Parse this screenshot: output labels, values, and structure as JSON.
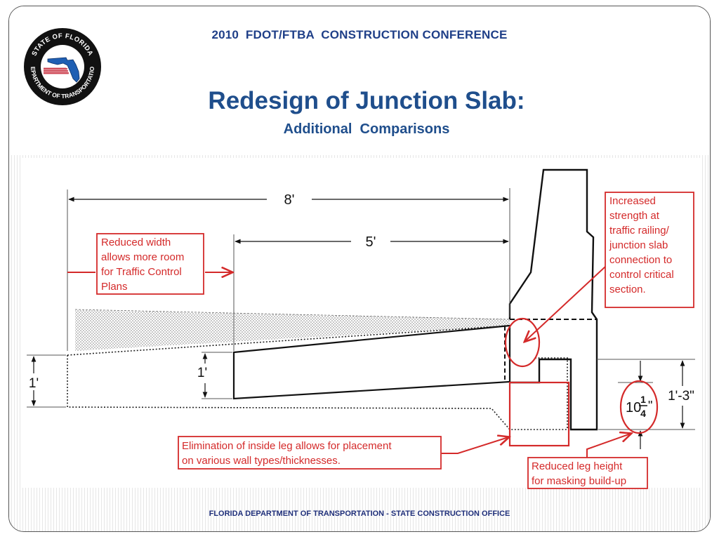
{
  "header": {
    "conference": "2010  FDOT/FTBA  CONSTRUCTION CONFERENCE",
    "title": "Redesign of Junction Slab:",
    "subtitle": "Additional  Comparisons"
  },
  "logo": {
    "icon": "fdot-seal",
    "text_top": "STATE OF FLORIDA",
    "text_bottom": "DEPARTMENT OF TRANSPORTATION"
  },
  "dimensions": {
    "width_8": "8'",
    "width_5": "5'",
    "height_1_left": "1'",
    "height_1_mid": "1'",
    "height_1_3": "1'-3\"",
    "leg_whole": "10",
    "leg_num": "1",
    "leg_den": "4",
    "leg_inch": "\""
  },
  "callouts": {
    "reduced_width": [
      "Reduced width",
      "allows more room",
      "for Traffic Control",
      "Plans"
    ],
    "increased_strength": [
      "Increased",
      "strength at",
      "traffic railing/",
      "junction slab",
      "connection to",
      "control critical",
      "section."
    ],
    "elimination": [
      "Elimination of inside leg allows for placement",
      "on various wall types/thicknesses."
    ],
    "reduced_leg": [
      "Reduced leg height",
      "for masking build-up"
    ]
  },
  "footer": {
    "text": "FLORIDA DEPARTMENT OF TRANSPORTATION - STATE CONSTRUCTION OFFICE"
  },
  "colors": {
    "title_blue": "#1f4e8c",
    "callout_red": "#d42a2a",
    "drawing_black": "#111111"
  }
}
